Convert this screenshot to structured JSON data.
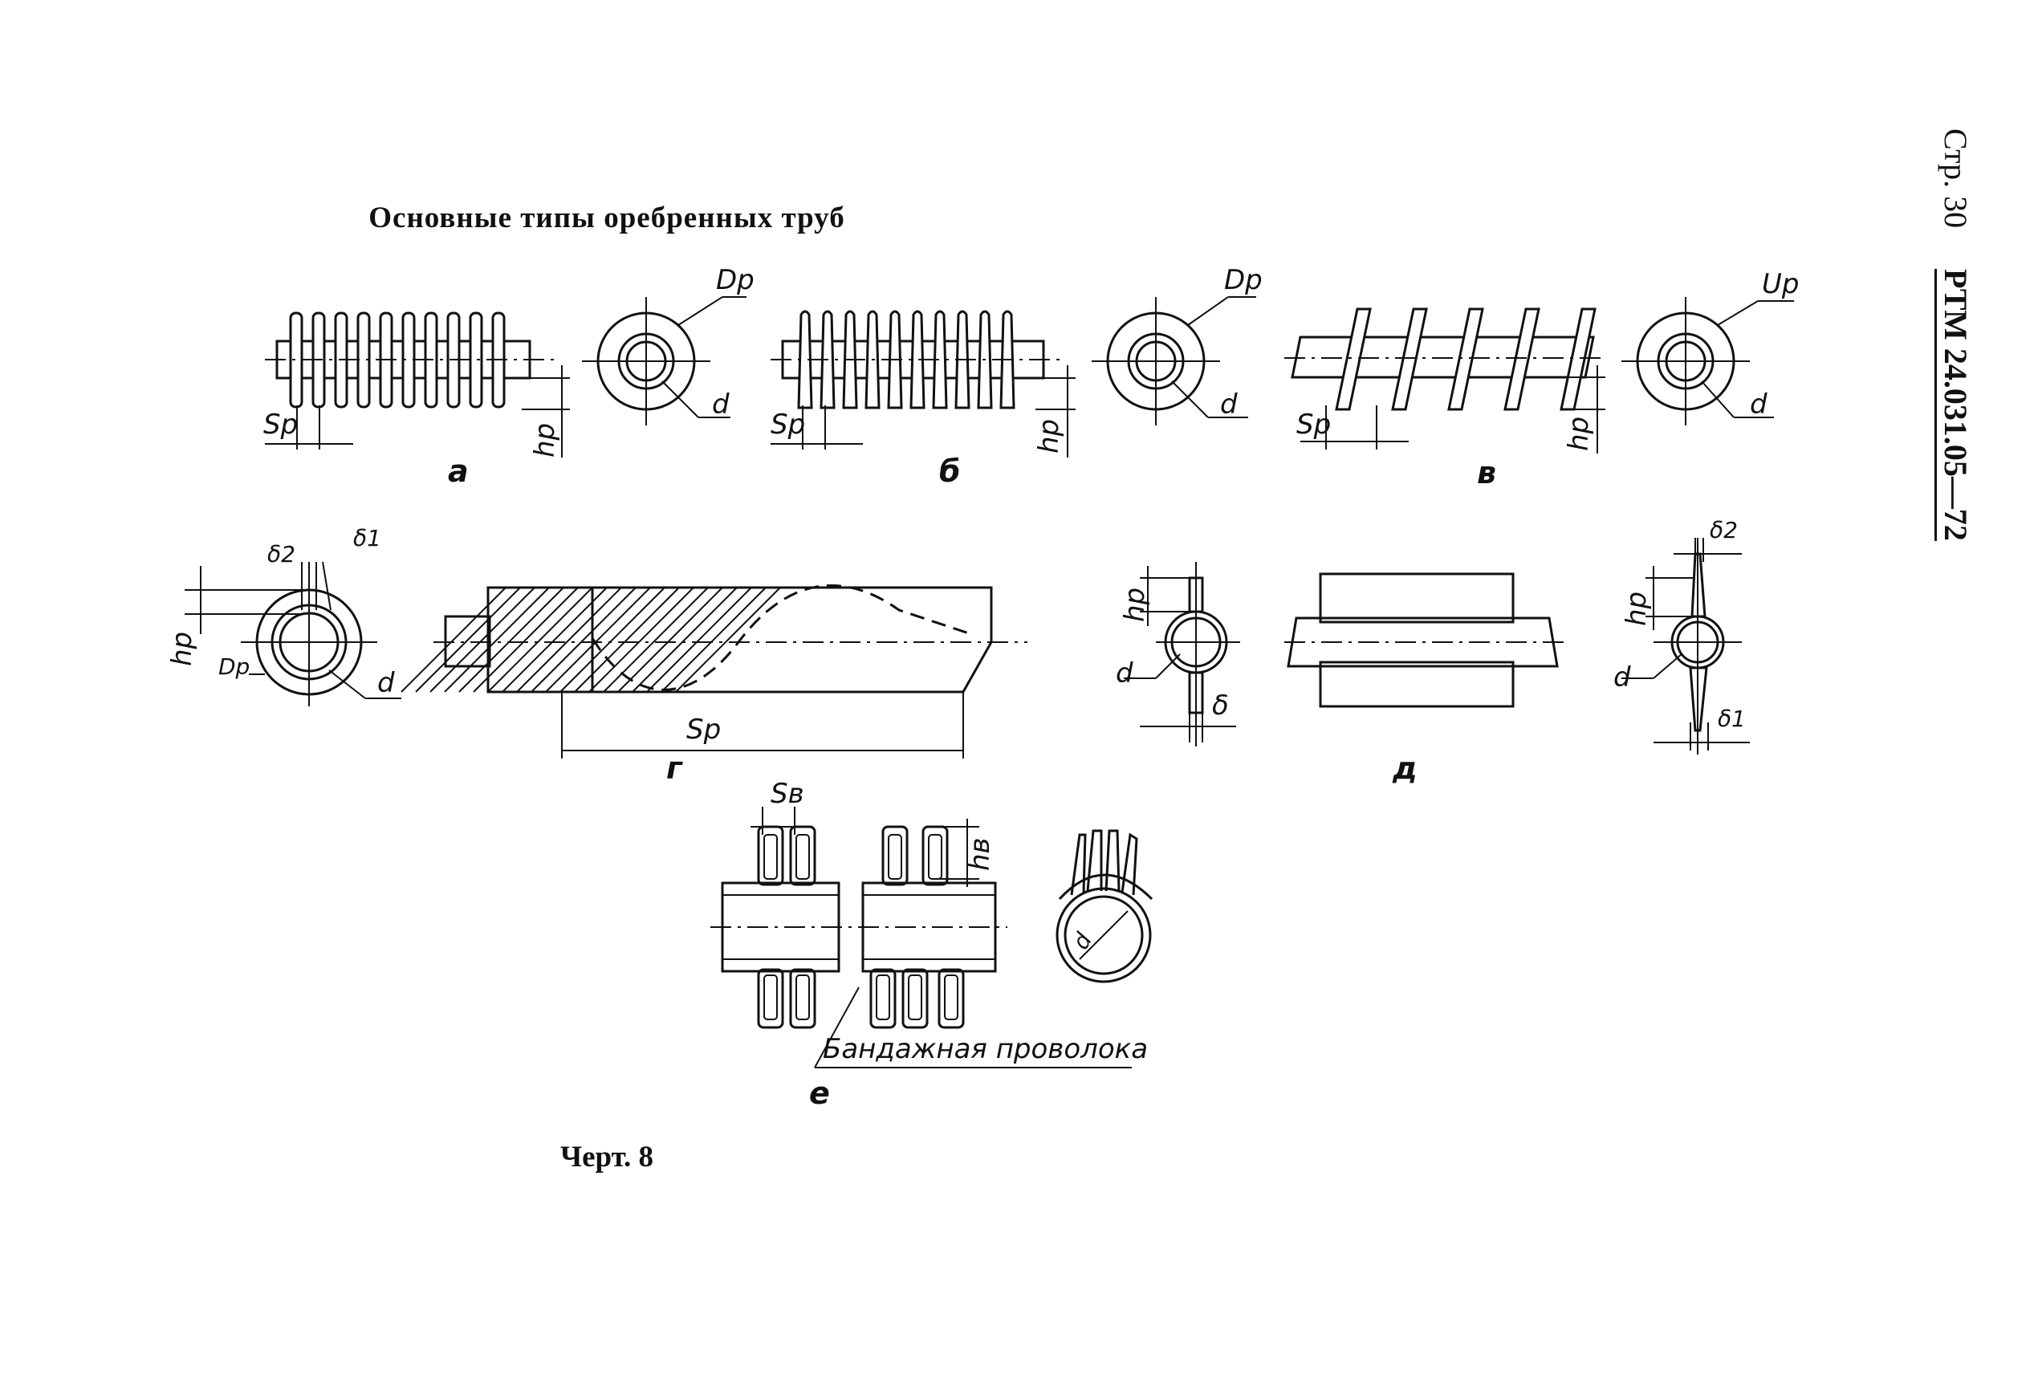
{
  "header": {
    "page": "Стр. 30",
    "code": "РТМ 24.031.05—72"
  },
  "title": "Основные типы оребренных труб",
  "caption": "Черт. 8",
  "labels": {
    "Dp": "Dp",
    "Up": "Up",
    "d": "d",
    "Sp": "Sp",
    "hp": "hp",
    "delta": "δ",
    "delta1": "δ1",
    "delta2": "δ2",
    "Sv": "Sв",
    "hv": "hв",
    "wire": "Бандажная проволока"
  },
  "figure_letters": {
    "a": "а",
    "b": "б",
    "v": "в",
    "g": "г",
    "d": "д",
    "e": "е"
  }
}
